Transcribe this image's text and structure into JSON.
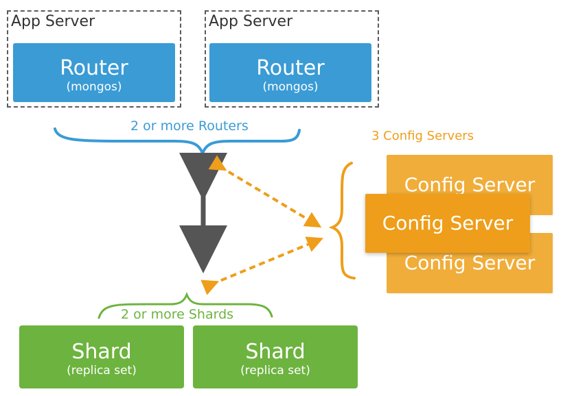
{
  "app_servers": [
    {
      "label": "App Server",
      "router_title": "Router",
      "router_sub": "(mongos)"
    },
    {
      "label": "App Server",
      "router_title": "Router",
      "router_sub": "(mongos)"
    }
  ],
  "routers_label": "2 or more Routers",
  "config_label": "3 Config Servers",
  "config_servers": [
    "Config Server",
    "Config Server",
    "Config Server"
  ],
  "shards_label": "2 or more Shards",
  "shards": [
    {
      "title": "Shard",
      "sub": "(replica set)"
    },
    {
      "title": "Shard",
      "sub": "(replica set)"
    }
  ],
  "colors": {
    "router": "#3a9bd5",
    "shard": "#6db33f",
    "config": "#ee9e1a",
    "config_back": "#f0ad3a",
    "arrow_gray": "#555555",
    "dashed_border": "#5a5a5a"
  }
}
